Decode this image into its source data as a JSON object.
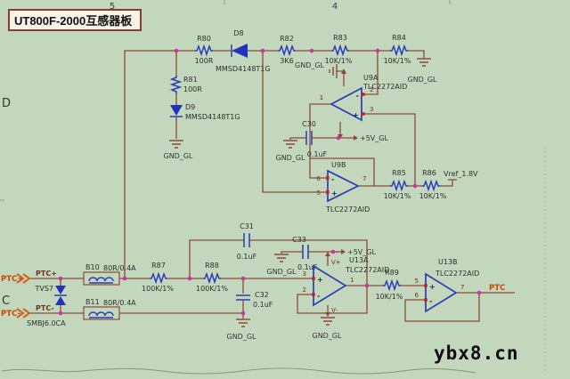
{
  "sheet": {
    "title": "UT800F-2000互感器板",
    "grid": {
      "c5": "5",
      "c4": "4",
      "rD": "D",
      "rC": "C"
    }
  },
  "watermark": "ybx8.cn",
  "ports": {
    "in_plus": "PTC+",
    "in_minus": "PTC-",
    "net_plus": "PTC+",
    "net_minus": "PTC-",
    "out": "PTC"
  },
  "nets": {
    "gnd": "GND_GL",
    "vcc": "+5V_GL",
    "vref": "Vref_1.8V",
    "vplus": "V+",
    "vminus": "V-"
  },
  "sym": {
    "plus": "+",
    "minus": "-"
  },
  "components": {
    "r80": {
      "ref": "R80",
      "value": "100R"
    },
    "r81": {
      "ref": "R81",
      "value": "100R"
    },
    "r82": {
      "ref": "R82",
      "value": "3K6"
    },
    "r83": {
      "ref": "R83",
      "value": "10K/1%"
    },
    "r84": {
      "ref": "R84",
      "value": "10K/1%"
    },
    "r85": {
      "ref": "R85",
      "value": "10K/1%"
    },
    "r86": {
      "ref": "R86",
      "value": "10K/1%"
    },
    "r87": {
      "ref": "R87",
      "value": "100K/1%"
    },
    "r88": {
      "ref": "R88",
      "value": "100K/1%"
    },
    "r89": {
      "ref": "R89",
      "value": "10K/1%"
    },
    "d8": {
      "ref": "D8",
      "value": "MMSD4148T1G"
    },
    "d9": {
      "ref": "D9",
      "value": "MMSD4148T1G"
    },
    "tvs7": {
      "ref": "TVS7",
      "value": "SMBJ6.0CA"
    },
    "b10": {
      "ref": "B10",
      "value": "80R/0.4A"
    },
    "b11": {
      "ref": "B11",
      "value": "80R/0.4A"
    },
    "c30": {
      "ref": "C30",
      "value": "0.1uF"
    },
    "c31": {
      "ref": "C31",
      "value": "0.1uF"
    },
    "c32": {
      "ref": "C32",
      "value": "0.1uF"
    },
    "c33": {
      "ref": "C33",
      "value": "0.1uF"
    },
    "u9a": {
      "ref": "U9A",
      "part": "TLC2272AID",
      "pin_out": "1",
      "pin_inv": "2",
      "pin_nin": "3"
    },
    "u9b": {
      "ref": "U9B",
      "part": "TLC2272AID",
      "pin_inv": "6",
      "pin_nin": "5",
      "pin_out": "7"
    },
    "u13a": {
      "ref": "U13A",
      "part": "TLC2272AID",
      "pin_nin": "3",
      "pin_inv": "2",
      "pin_out": "1"
    },
    "u13b": {
      "ref": "U13B",
      "part": "TLC2272AID",
      "pin_nin": "5",
      "pin_inv": "6",
      "pin_out": "7"
    }
  },
  "colors": {
    "background": "#c3d7bd",
    "wire": "#8a4a38",
    "symbol_blue": "#2a3db8",
    "junction_magenta": "#c936a0",
    "pin_red": "#cc2020",
    "port_orange": "#cc4400"
  }
}
